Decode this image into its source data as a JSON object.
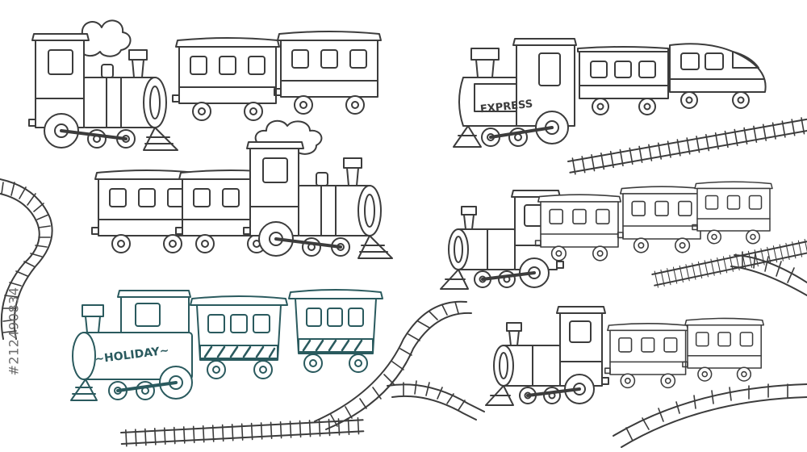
{
  "labels": {
    "express": "EXPRESS",
    "holiday": "~HOLIDAY~"
  },
  "stock_id": "#212490834",
  "colors": {
    "line": "#3c3c3c",
    "holiday_line": "#2a5a5e",
    "background": "#ffffff",
    "stock_id": "#6b6b6b"
  }
}
